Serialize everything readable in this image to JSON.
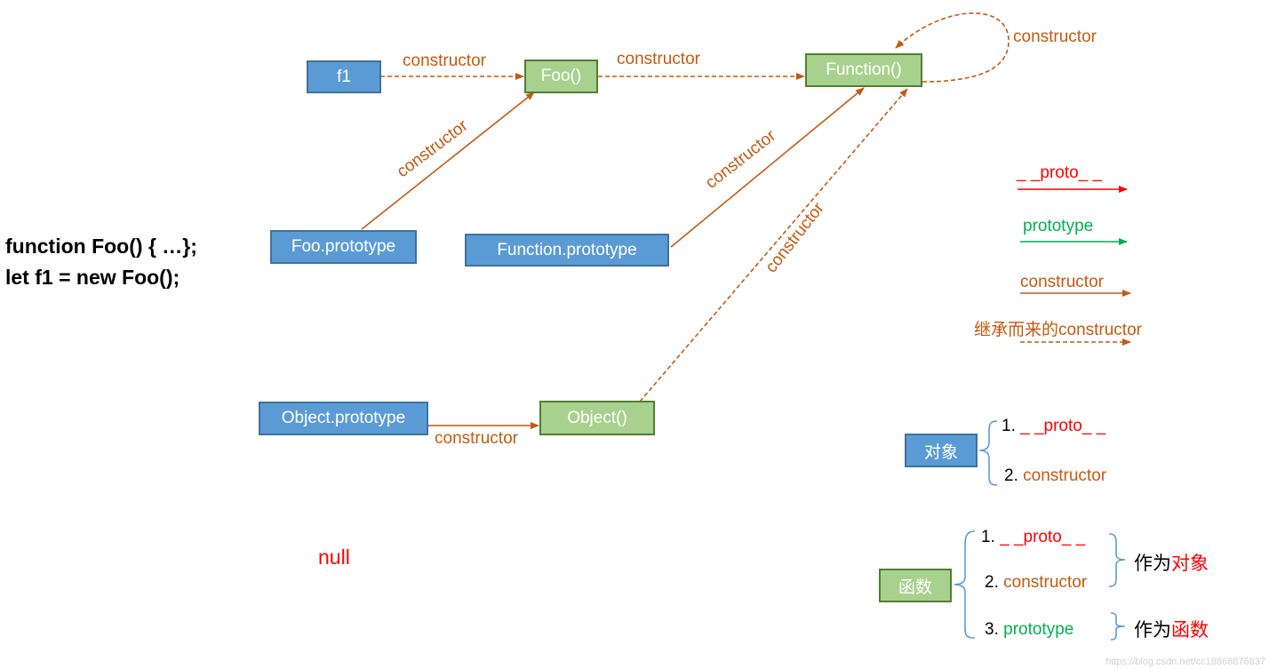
{
  "code": {
    "line1": "function Foo() { …};",
    "line2": "let f1 = new Foo();"
  },
  "nodes": {
    "f1": "f1",
    "foo": "Foo()",
    "function": "Function()",
    "foo_prototype": "Foo.prototype",
    "function_prototype": "Function.prototype",
    "object_prototype": "Object.prototype",
    "object": "Object()",
    "null": "null"
  },
  "edge_labels": {
    "f1_to_foo": "constructor",
    "foo_to_function": "constructor",
    "function_self": "constructor",
    "fooproto_to_foo": "constructor",
    "funcproto_to_function": "constructor",
    "object_to_function": "constructor",
    "objproto_to_object": "constructor"
  },
  "legend": {
    "proto": "_ _proto_ _",
    "prototype": "prototype",
    "constructor": "constructor",
    "inherited_constructor": "继承而来的constructor"
  },
  "object_box": {
    "label": "对象",
    "items": [
      {
        "num": "1. ",
        "text": "_ _proto_ _"
      },
      {
        "num": "2. ",
        "text": "constructor"
      }
    ]
  },
  "function_box": {
    "label": "函数",
    "items": [
      {
        "num": "1. ",
        "text": "_ _proto_ _"
      },
      {
        "num": "2. ",
        "text": "constructor"
      },
      {
        "num": "3. ",
        "text": "prototype"
      }
    ],
    "as_object_prefix": "作为",
    "as_object_suffix": "对象",
    "as_function_prefix": "作为",
    "as_function_suffix": "函数"
  },
  "colors": {
    "proto": "#ff0000",
    "prototype": "#00b050",
    "constructor": "#c55a11",
    "object_box": "#5b9bd5",
    "function_box": "#a9d18e",
    "brace": "#5b9bd5"
  },
  "watermark": "https://blog.csdn.net/cc18868876837"
}
